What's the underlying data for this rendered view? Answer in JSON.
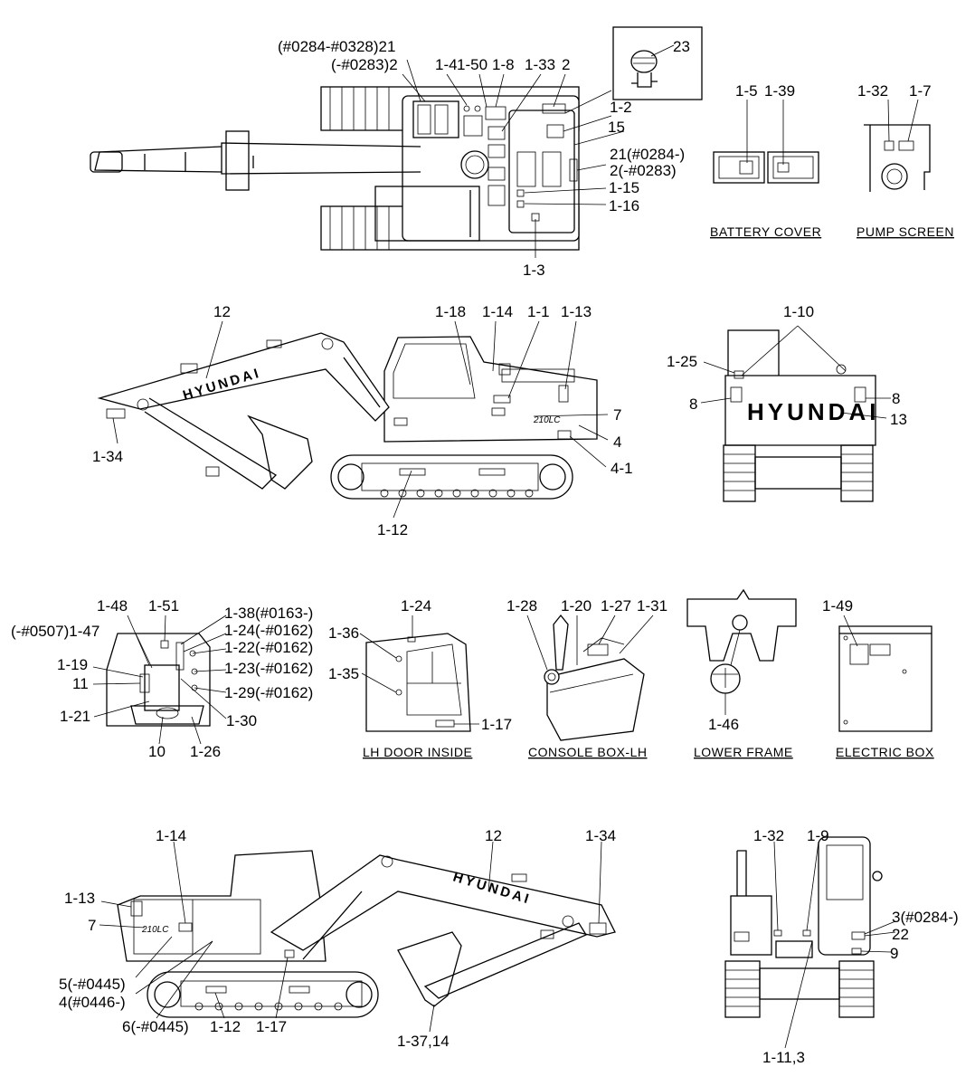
{
  "captions": {
    "battery_cover": "BATTERY COVER",
    "pump_screen": "PUMP SCREEN",
    "lh_door_inside": "LH DOOR INSIDE",
    "console_box_lh": "CONSOLE BOX-LH",
    "lower_frame": "LOWER FRAME",
    "electric_box": "ELECTRIC BOX"
  },
  "brand": "HYUNDAI",
  "labels": {
    "top": {
      "l21_range": "(#0284-#0328)21",
      "l2_early": "(-#0283)2",
      "l1_4": "1-4",
      "l1_50": "1-50",
      "l1_8": "1-8",
      "l1_33": "1-33",
      "l2": "2",
      "l23": "23",
      "l1_2": "1-2",
      "l15": "15",
      "l21_late": "21(#0284-)",
      "l2_late": "2(-#0283)",
      "l1_15": "1-15",
      "l1_16": "1-16",
      "l1_3": "1-3",
      "l1_5": "1-5",
      "l1_39": "1-39",
      "l1_32": "1-32",
      "l1_7": "1-7"
    },
    "side": {
      "l12": "12",
      "l1_18": "1-18",
      "l1_14": "1-14",
      "l1_1": "1-1",
      "l1_13": "1-13",
      "l7": "7",
      "l4": "4",
      "l4_1": "4-1",
      "l1_34": "1-34",
      "l1_12": "1-12"
    },
    "rear": {
      "l1_10": "1-10",
      "l1_25": "1-25",
      "l8a": "8",
      "l8b": "8",
      "l13": "13"
    },
    "cab": {
      "l1_48": "1-48",
      "l1_51": "1-51",
      "l1_38": "1-38(#0163-)",
      "l1_24": "1-24(-#0162)",
      "l1_47": "(-#0507)1-47",
      "l1_22": "1-22(-#0162)",
      "l1_19": "1-19",
      "l1_23": "1-23(-#0162)",
      "l11": "11",
      "l1_29": "1-29(-#0162)",
      "l1_21": "1-21",
      "l1_30": "1-30",
      "l10": "10",
      "l1_26": "1-26"
    },
    "door": {
      "l1_24": "1-24",
      "l1_36": "1-36",
      "l1_35": "1-35",
      "l1_17": "1-17"
    },
    "console": {
      "l1_28": "1-28",
      "l1_20": "1-20",
      "l1_27": "1-27",
      "l1_31": "1-31"
    },
    "lower": {
      "l1_46": "1-46"
    },
    "ebox": {
      "l1_49": "1-49"
    },
    "side2": {
      "l1_14": "1-14",
      "l1_13": "1-13",
      "l7": "7",
      "l5": "5(-#0445)",
      "l4": "4(#0446-)",
      "l6": "6(-#0445)",
      "l1_12": "1-12",
      "l1_17": "1-17",
      "l12": "12",
      "l1_34": "1-34",
      "l1_37": "1-37,14"
    },
    "front": {
      "l1_32": "1-32",
      "l1_9": "1-9",
      "l3": "3(#0284-)",
      "l22": "22",
      "l9": "9",
      "l1_11": "1-11,3"
    }
  }
}
